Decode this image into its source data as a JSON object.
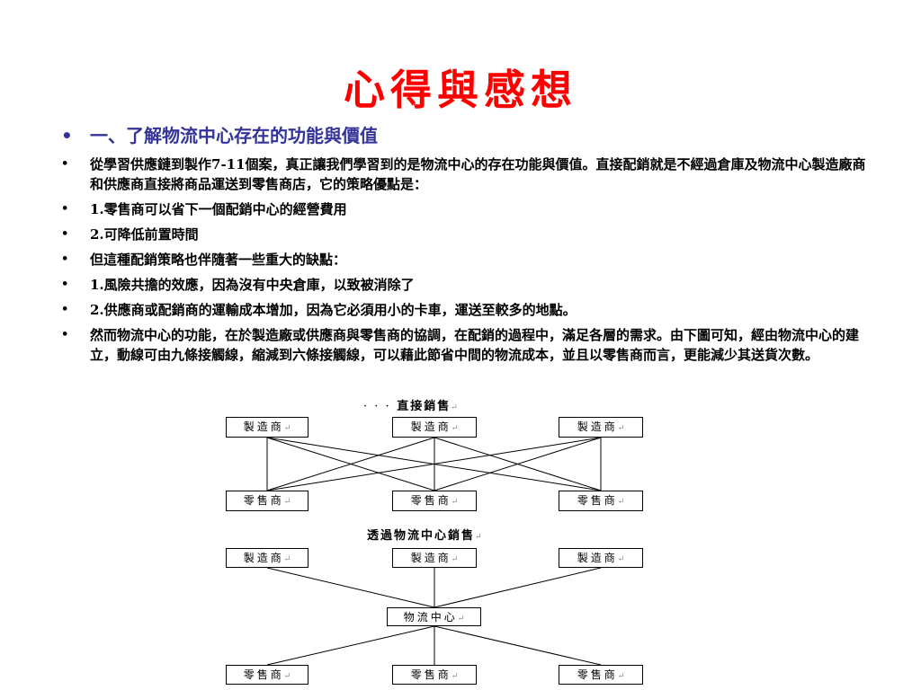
{
  "colors": {
    "title": "#ff0000",
    "heading": "#333399",
    "text": "#000000"
  },
  "title": "心得與感想",
  "bullet_glyph": "•",
  "heading": "一、了解物流中心存在的功能與價值",
  "paragraphs": [
    "從學習供應鏈到製作7-11個案，真正讓我們學習到的是物流中心的存在功能與價值。直接配銷就是不經過倉庫及物流中心製造廠商和供應商直接將商品運送到零售商店，它的策略優點是：",
    "1.零售商可以省下一個配銷中心的經營費用",
    "2.可降低前置時間",
    "但這種配銷策略也伴隨著一些重大的缺點：",
    "1.風險共擔的效應，因為沒有中央倉庫，以致被消除了",
    "2.供應商或配銷商的運輸成本增加，因為它必須用小的卡車，運送至較多的地點。",
    "然而物流中心的功能，在於製造廠或供應商與零售商的協調，在配銷的過程中，滿足各層的需求。由下圖可知，經由物流中心的建立，動線可由九條接觸線，縮減到六條接觸線，可以藉此節省中間的物流成本，並且以零售商而言，更能減少其送貨次數。"
  ],
  "diagram1": {
    "label": "直接銷售",
    "label_prefix": "· · ·",
    "manufacturers": [
      "製造商",
      "製造商",
      "製造商"
    ],
    "retailers": [
      "零售商",
      "零售商",
      "零售商"
    ]
  },
  "diagram2": {
    "label": "透過物流中心銷售",
    "manufacturers": [
      "製造商",
      "製造商",
      "製造商"
    ],
    "center": "物流中心",
    "retailers": [
      "零售商",
      "零售商",
      "零售商"
    ]
  },
  "para_mark": "↵"
}
